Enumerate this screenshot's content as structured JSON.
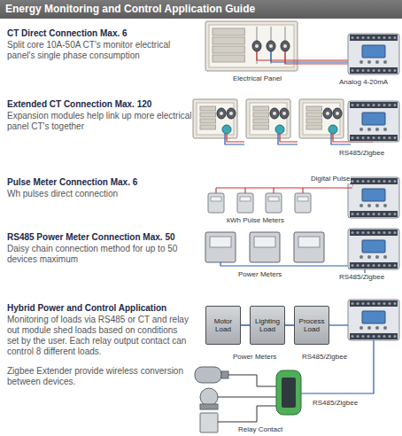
{
  "diagram": {
    "title": "Energy Monitoring and Control Application Guide",
    "nodes": [
      {
        "text": [
          "Motor Load"
        ]
      },
      {
        "text": [
          "Lighting Load"
        ]
      },
      {
        "text": [
          "Process Load"
        ]
      }
    ],
    "edges": [
      {
        "from": 0,
        "to": 1,
        "arrow": "none"
      },
      {
        "from": 1,
        "to": 2,
        "arrow": "none"
      }
    ],
    "labels": [
      "CT Direct Connection Max. 6",
      "Split core 10A-50A CT's monitor electrical panel's single phase consumption",
      "Electrical Panel",
      "Analog 4-20mA",
      "Extended CT Connection Max. 120",
      "Expansion modules help link up more electrical panel CT's together",
      "RS485/Zigbee",
      "Pulse Meter Connection Max. 6",
      "Wh pulses direct connection",
      "Digital Pulse",
      "kWh Pulse Meters",
      "RS485 Power Meter Connection Max. 50",
      "Daisy chain connection method for up to 50 devices maximum",
      "Power Meters",
      "RS485/Zigbee",
      "Hybrid Power and Control Application",
      "Monitoring of loads via RS485 or CT and relay out module shed loads based on conditions set by the user. Each relay output contact can control 8 different loads.",
      "Zigbee Extender provide wireless conversion between devices.",
      "Power Meters",
      "RS485/Zigbee",
      "RS485/Zigbee",
      "Relay Contact"
    ]
  }
}
